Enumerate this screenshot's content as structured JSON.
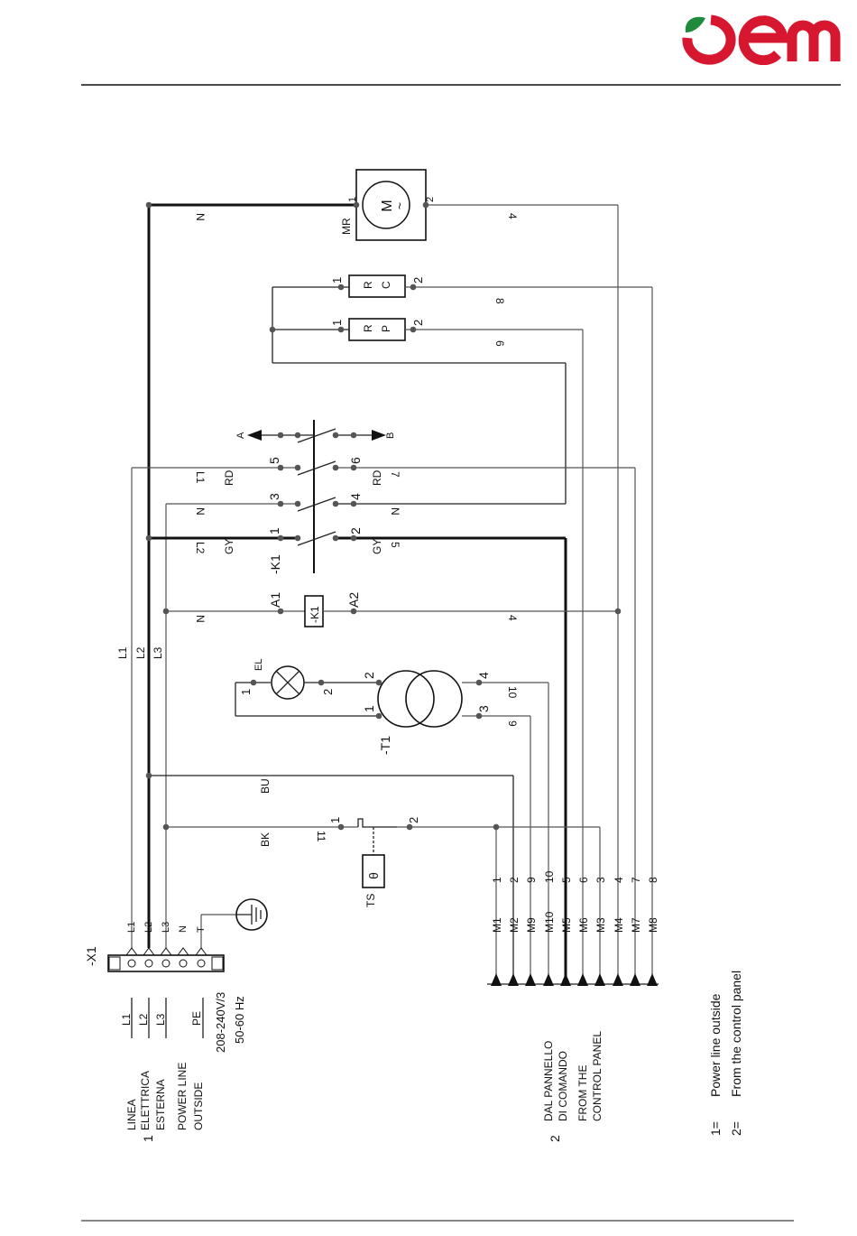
{
  "brand": {
    "name": "oem",
    "red": "#d7172f",
    "green": "#1f8a3c"
  },
  "terminal_block": {
    "id": "-X1",
    "terminals": [
      "L1",
      "L2",
      "L3",
      "N",
      "T"
    ]
  },
  "supply": {
    "lines": [
      "L1",
      "L2",
      "L3",
      "PE"
    ],
    "voltage": "208-240V/3",
    "frequency": "50-60 Hz",
    "title_it": [
      "LINEA",
      "ELETTRICA",
      "ESTERNA"
    ],
    "title_en": [
      "POWER LINE",
      "OUTSIDE"
    ],
    "group_number": "1"
  },
  "panel": {
    "title_it": [
      "DAL PANNELLO",
      "DI COMANDO"
    ],
    "title_en": [
      "FROM THE",
      "CONTROL PANEL"
    ],
    "group_number": "2",
    "connectors": [
      {
        "name": "M1",
        "wire": "1"
      },
      {
        "name": "M2",
        "wire": "2"
      },
      {
        "name": "M9",
        "wire": "9"
      },
      {
        "name": "M10",
        "wire": "10"
      },
      {
        "name": "M5",
        "wire": "5"
      },
      {
        "name": "M6",
        "wire": "6"
      },
      {
        "name": "M3",
        "wire": "3"
      },
      {
        "name": "M4",
        "wire": "4"
      },
      {
        "name": "M7",
        "wire": "7"
      },
      {
        "name": "M8",
        "wire": "8"
      }
    ]
  },
  "bus_labels": [
    "L1",
    "L2",
    "L3"
  ],
  "wire_labels": {
    "motor_n": "N",
    "motor_4": "4",
    "rc_8": "8",
    "rp_6": "6",
    "l1": "L1",
    "rd_left": "RD",
    "rd_right": "RD",
    "w7": "7",
    "n_left": "N",
    "n_right": "N",
    "l2": "L2",
    "gy_left": "GY",
    "gy_right": "GY",
    "w5": "5",
    "coil_n": "N",
    "coil_4": "4",
    "w10": "10",
    "w9": "9",
    "bu": "BU",
    "bk": "BK",
    "w11": "11"
  },
  "components": {
    "motor": {
      "id": "MR",
      "pin1": "1",
      "pin2": "2"
    },
    "rc": {
      "letters": [
        "R",
        "C"
      ],
      "pin1": "1",
      "pin2": "2"
    },
    "rp": {
      "letters": [
        "R",
        "P"
      ],
      "pin1": "1",
      "pin2": "2"
    },
    "contactor": {
      "id": "-K1",
      "coil_id": "-K1",
      "pins": [
        "1",
        "2",
        "3",
        "4",
        "5",
        "6"
      ],
      "coil_a1": "A1",
      "coil_a2": "A2",
      "aux_a": "A",
      "aux_b": "B"
    },
    "lamp": {
      "id": "EL",
      "pin1": "1",
      "pin2": "2"
    },
    "transformer": {
      "id": "-T1",
      "pins": [
        "1",
        "2",
        "3",
        "4"
      ]
    },
    "thermostat": {
      "id": "TS",
      "pin1": "1",
      "pin2": "2",
      "symbol": "θ"
    }
  },
  "legend": [
    {
      "key": "1=",
      "text": "Power line outside"
    },
    {
      "key": "2=",
      "text": "From the control panel"
    }
  ]
}
